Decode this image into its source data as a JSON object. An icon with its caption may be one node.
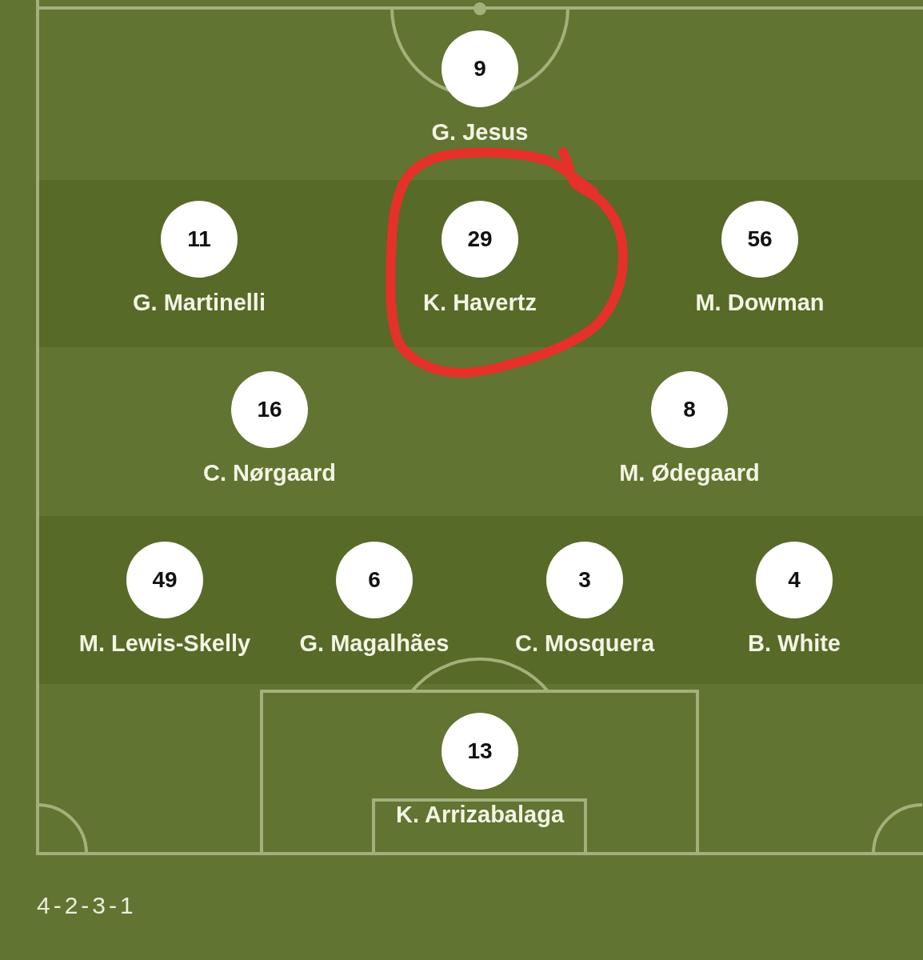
{
  "diagram": {
    "nodes": [
      {
        "text": [
          "9"
        ],
        "beside": [
          "G. Jesus"
        ]
      },
      {
        "text": [
          "11"
        ],
        "beside": [
          "G. Martinelli"
        ]
      },
      {
        "text": [],
        "shape": "circle"
      },
      {
        "text": [
          "29"
        ],
        "beside": [
          "K. Havertz"
        ],
        "in": 2
      },
      {
        "text": [
          "56"
        ],
        "beside": [
          "M. Dowman"
        ]
      },
      {
        "text": [
          "16"
        ],
        "beside": [
          "C. Nørgaard"
        ]
      },
      {
        "text": [
          "8"
        ],
        "beside": [
          "M. Ødegaard"
        ]
      },
      {
        "text": [
          "49"
        ],
        "beside": [
          "M. Lewis-Skelly"
        ]
      },
      {
        "text": [
          "6"
        ],
        "beside": [
          "G. Magalhães"
        ]
      },
      {
        "text": [
          "3"
        ],
        "beside": [
          "C. Mosquera"
        ]
      },
      {
        "text": [
          "4"
        ],
        "beside": [
          "B. White"
        ]
      },
      {
        "text": [
          "13"
        ],
        "beside": [
          "K. Arrizabalaga"
        ]
      }
    ],
    "labels": [
      "4-2-3-1"
    ]
  }
}
